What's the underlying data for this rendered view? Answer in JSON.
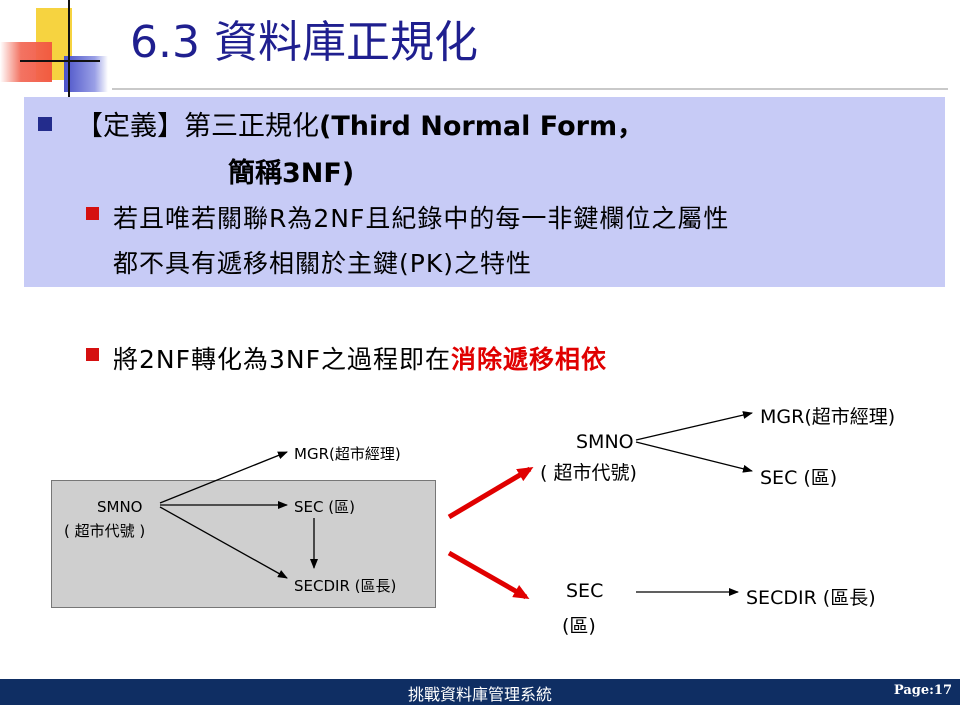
{
  "title": "6.3 資料庫正規化",
  "definition": {
    "line1_prefix": "【定義】第三正規化",
    "line1_suffix": "(Third Normal Form，",
    "line2": "簡稱3NF)",
    "sub_line1": "若且唯若關聯R為2NF且紀錄中的每一非鍵欄位之屬性",
    "sub_line2": "都不具有遞移相關於主鍵(PK)之特性"
  },
  "process": {
    "prefix": "將2NF轉化為3NF之過程即在",
    "highlight": "消除遞移相依"
  },
  "diagram_left": {
    "smno": "SMNO",
    "smno_sub": "( 超市代號 )",
    "mgr": "MGR(超市經理)",
    "sec": "SEC (區)",
    "secdir": "SECDIR (區長)"
  },
  "diagram_right_top": {
    "smno": "SMNO",
    "smno_sub": "( 超市代號)",
    "mgr": "MGR(超市經理)",
    "sec": "SEC (區)"
  },
  "diagram_right_bottom": {
    "sec": "SEC",
    "sec_sub": "(區)",
    "secdir": "SECDIR (區長)"
  },
  "footer": {
    "text": "挑戰資料庫管理系統",
    "page": "Page:17"
  },
  "colors": {
    "title": "#1f1f8f",
    "highlight": "#e00000",
    "box": "#c7cbf6",
    "footer": "#0f2e63"
  }
}
